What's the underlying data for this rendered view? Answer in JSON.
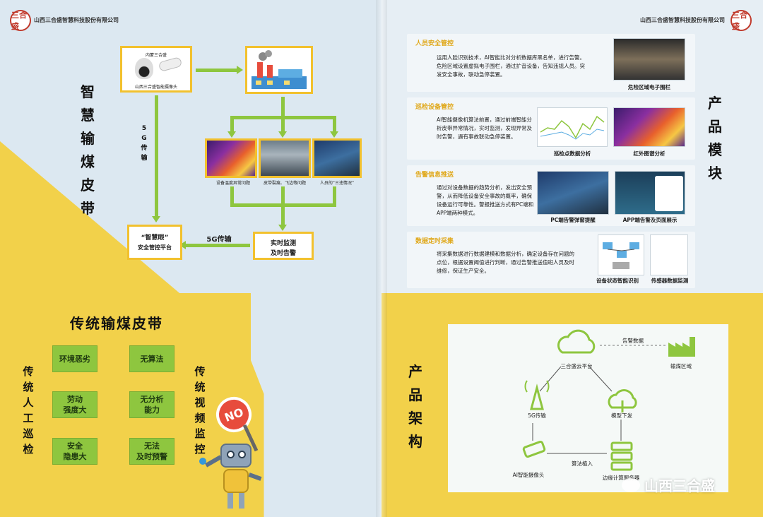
{
  "header": {
    "company_left": "山西三合盛智慧科技股份有限公司",
    "company_right": "山西三合盛智慧科技股份有限公司",
    "logo_text": "三合盛"
  },
  "left": {
    "title_vertical": "智慧输煤皮带",
    "transport_label": "5G传输",
    "camera_caption1": "内蒙三合盛",
    "camera_caption2": "山西三合盛智能摄像头",
    "image_labels": [
      "设备温度异常问题",
      "皮带裂痕、飞边等问题",
      "人员的“三违情况”"
    ],
    "platform_title": "“智慧眼”",
    "platform_subtitle": "安全管控平台",
    "monitor_line1": "实时监测",
    "monitor_line2": "及时告警",
    "transport_label2": "5G传输",
    "traditional_title": "传统输煤皮带",
    "traditional_left_vertical": "传统人工巡检",
    "traditional_right_vertical": "传统视频监控",
    "problems_left": [
      "环境恶劣",
      "劳动\n强度大",
      "安全\n隐患大"
    ],
    "problems_right": [
      "无算法",
      "无分析\n能力",
      "无法\n及时预警"
    ],
    "no_sign": "NO"
  },
  "right": {
    "title_modules": "产品模块",
    "title_arch": "产品架构",
    "modules": [
      {
        "title": "人员安全管控",
        "text": "运用人脸识别技术，AI智能比对分析数据库黑名单，进行告警。危险区域设置虚拟电子围栏，通过扩音设备，告知违规人员。突发安全事故，联动急停装置。",
        "captions": [
          "危险区域电子围栏"
        ]
      },
      {
        "title": "巡检设备管控",
        "text": "AI智能摄像机算法前置，通过前端智能分析皮带异常情况，实时监测，发现异常及时告警，遇有事故联动急停装置。",
        "captions": [
          "巡检点数据分析",
          "红外图谱分析"
        ]
      },
      {
        "title": "告警信息推送",
        "text": "通过对设备数据的趋势分析，发出安全预警，从而降低设备安全事故的概率，确保设备运行可靠性。警报推送方式有PC端和APP端两种模式。",
        "captions": [
          "PC端告警弹窗提醒",
          "APP端告警及页面展示"
        ]
      },
      {
        "title": "数据定时采集",
        "text": "将采集数据进行数据建模和数据分析，确定设备存在问题的点位，根据设置阈值进行判断，通过告警推送值班人员及时维修，保证生产安全。",
        "captions": [
          "设备状态智能识别",
          "传感器数据监测"
        ]
      }
    ],
    "architecture": {
      "cloud": "三合盛云平台",
      "alarm_data": "告警数据",
      "area": "输煤区域",
      "transmission": "5G传输",
      "model": "模型下发",
      "camera": "AI智能摄像头",
      "algorithm": "算法植入",
      "edge": "边缘计算服务器"
    },
    "watermark": "山西三合盛"
  },
  "colors": {
    "yellow": "#f2d14a",
    "green": "#8ec63f",
    "gold": "#e0a81a",
    "red": "#c0392b"
  }
}
